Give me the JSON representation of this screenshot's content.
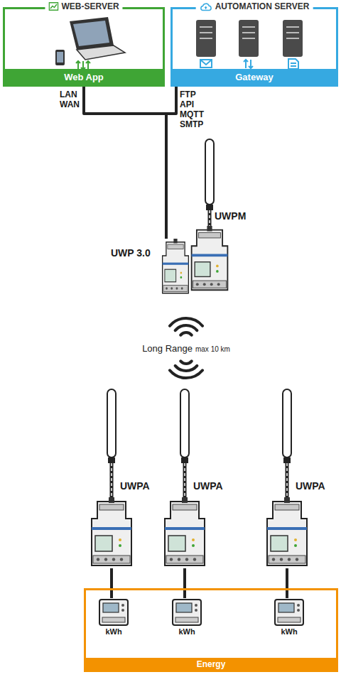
{
  "diagram": {
    "nodes": [
      {
        "text": [
          "WEB-SERVER",
          "Web App"
        ]
      },
      {
        "text": [
          "AUTOMATION SERVER",
          "Gateway"
        ]
      },
      {
        "text": [
          "UWP 3.0"
        ]
      },
      {
        "text": [
          "UWPM"
        ]
      },
      {
        "text": [
          "UWPA"
        ]
      },
      {
        "text": [
          "UWPA"
        ]
      },
      {
        "text": [
          "UWPA"
        ]
      },
      {
        "text": [
          "Energy"
        ]
      },
      {
        "text": [
          "kWh"
        ],
        "in": 7
      },
      {
        "text": [
          "kWh"
        ],
        "in": 7
      },
      {
        "text": [
          "kWh"
        ],
        "in": 7
      }
    ],
    "edges": [
      {
        "from": 0,
        "to": 2,
        "arrow": "none"
      },
      {
        "from": 1,
        "to": 2,
        "arrow": "none"
      },
      {
        "from": 4,
        "to": 8,
        "arrow": "none"
      },
      {
        "from": 5,
        "to": 9,
        "arrow": "none"
      },
      {
        "from": 6,
        "to": 10,
        "arrow": "none"
      }
    ],
    "labels": [
      "LAN",
      "WAN",
      "FTP",
      "API",
      "MQTT",
      "SMTP",
      "Long Range",
      "max 10 km"
    ]
  }
}
